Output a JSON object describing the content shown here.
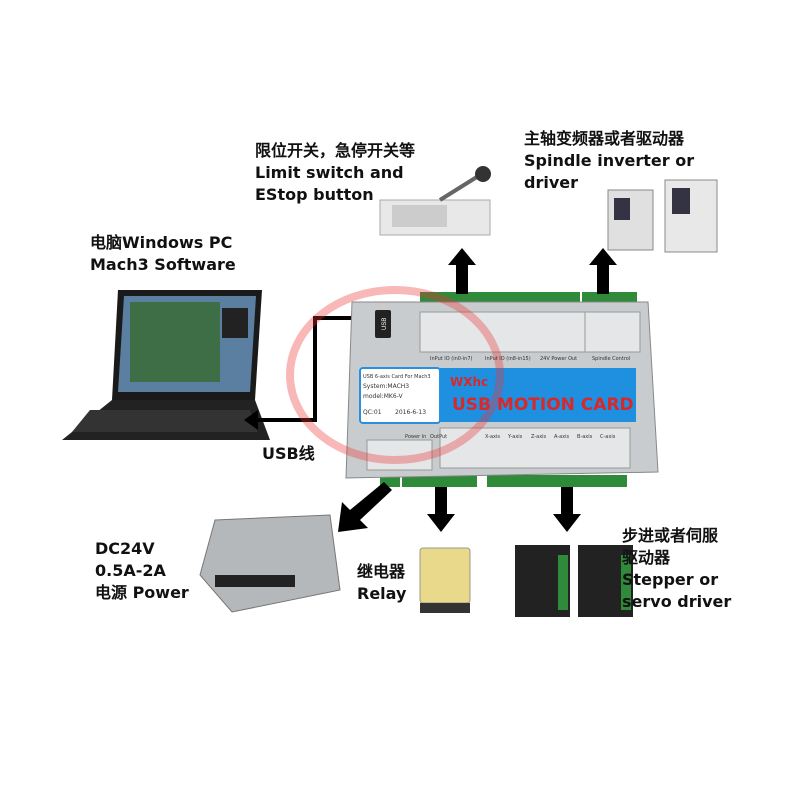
{
  "labels": {
    "limit_switch": {
      "line1": "限位开关，急停开关等",
      "line2": "Limit switch and",
      "line3": "EStop button"
    },
    "spindle": {
      "line1": "主轴变频器或者驱动器",
      "line2": "Spindle inverter or",
      "line3": "driver"
    },
    "pc": {
      "line1": "电脑Windows PC",
      "line2": "Mach3 Software"
    },
    "usb_cable": "USB线",
    "power": {
      "line1": "DC24V",
      "line2": "0.5A-2A",
      "line3": "电源 Power"
    },
    "relay": {
      "line1": "继电器",
      "line2": "Relay"
    },
    "driver": {
      "line1": "步进或者伺服",
      "line2": "驱动器",
      "line3": "Stepper or",
      "line4": "servo driver"
    }
  },
  "card": {
    "title": "USB MOTION CARD",
    "logo": "WXhc",
    "usb_port": "USB",
    "info": {
      "line1": "USB 6-axis Card For Mach3",
      "line2": "System:MACH3",
      "line3": "model:MK6-V",
      "qc": "QC:01",
      "date": "2016-6-13"
    },
    "sections": {
      "input1": "InPut IO (in0-in7)",
      "input2": "InPut IO (in8-in15)",
      "power_out": "24V Power Out",
      "spindle_control": "Spindle Control",
      "power_in": "Power In",
      "output": "OutPut",
      "axes": [
        "X-axis",
        "Y-axis",
        "Z-axis",
        "A-axis",
        "B-axis",
        "C-axis"
      ]
    }
  },
  "colors": {
    "card": "#c9cccf",
    "panel_blue": "#1f8fe0",
    "title_red": "#d8282a",
    "arrow": "#000000",
    "connector_green": "#2f8a3a"
  }
}
